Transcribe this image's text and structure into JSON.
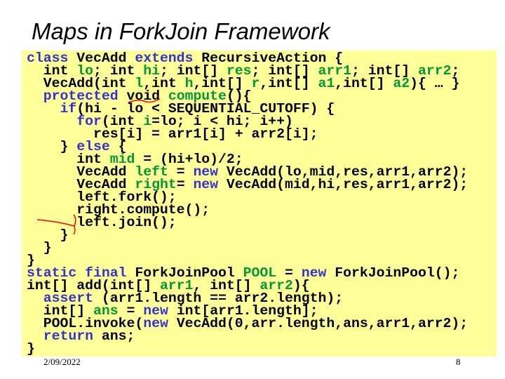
{
  "title": "Maps in ForkJoin Framework",
  "code_lines": [
    [
      [
        "class",
        "k"
      ],
      [
        " VecAdd ",
        ""
      ],
      [
        "extends",
        "k"
      ],
      [
        " RecursiveAction {",
        ""
      ]
    ],
    [
      [
        "  int ",
        ""
      ],
      [
        "lo",
        "v"
      ],
      [
        "; int ",
        ""
      ],
      [
        "hi",
        "v"
      ],
      [
        "; int[] ",
        ""
      ],
      [
        "res",
        "v"
      ],
      [
        "; int[] ",
        ""
      ],
      [
        "arr1",
        "v"
      ],
      [
        "; int[] ",
        ""
      ],
      [
        "arr2",
        "v"
      ],
      [
        ";",
        ""
      ]
    ],
    [
      [
        "  VecAdd(int ",
        ""
      ],
      [
        "l",
        "v"
      ],
      [
        ",int ",
        ""
      ],
      [
        "h",
        "v"
      ],
      [
        ",int[] ",
        ""
      ],
      [
        "r",
        "v"
      ],
      [
        ",int[] ",
        ""
      ],
      [
        "a1",
        "v"
      ],
      [
        ",int[] ",
        ""
      ],
      [
        "a2",
        "v"
      ],
      [
        "){ … }",
        ""
      ]
    ],
    [
      [
        "  ",
        ""
      ],
      [
        "protected",
        "k"
      ],
      [
        " void ",
        ""
      ],
      [
        "compute",
        "v"
      ],
      [
        "(){",
        ""
      ]
    ],
    [
      [
        "    ",
        ""
      ],
      [
        "if",
        "k"
      ],
      [
        "(hi - lo < SEQUENTIAL_CUTOFF) {",
        ""
      ]
    ],
    [
      [
        "      ",
        ""
      ],
      [
        "for",
        "k"
      ],
      [
        "(int ",
        ""
      ],
      [
        "i",
        "v"
      ],
      [
        "=lo; i < hi; i++)",
        ""
      ]
    ],
    [
      [
        "        res[i] = arr1[i] + arr2[i];",
        ""
      ]
    ],
    [
      [
        "    } ",
        ""
      ],
      [
        "else",
        "k"
      ],
      [
        " {",
        ""
      ]
    ],
    [
      [
        "      int ",
        ""
      ],
      [
        "mid",
        "v"
      ],
      [
        " = (hi+lo)/2;",
        ""
      ]
    ],
    [
      [
        "      VecAdd ",
        ""
      ],
      [
        "left",
        "v"
      ],
      [
        " = ",
        ""
      ],
      [
        "new",
        "k"
      ],
      [
        " VecAdd(lo,mid,res,arr1,arr2);",
        ""
      ]
    ],
    [
      [
        "      VecAdd ",
        ""
      ],
      [
        "right",
        "v"
      ],
      [
        "= ",
        ""
      ],
      [
        "new",
        "k"
      ],
      [
        " VecAdd(mid,hi,res,arr1,arr2);",
        ""
      ]
    ],
    [
      [
        "      left.fork();",
        ""
      ]
    ],
    [
      [
        "      right.compute();",
        ""
      ]
    ],
    [
      [
        "      left.join();",
        ""
      ]
    ],
    [
      [
        "    }",
        ""
      ]
    ],
    [
      [
        "  }",
        ""
      ]
    ],
    [
      [
        "}",
        ""
      ]
    ],
    [
      [
        "static",
        "k"
      ],
      [
        " ",
        ""
      ],
      [
        "final",
        "k"
      ],
      [
        " ForkJoinPool ",
        ""
      ],
      [
        "POOL",
        "v"
      ],
      [
        " = ",
        ""
      ],
      [
        "new",
        "k"
      ],
      [
        " ForkJoinPool();",
        ""
      ]
    ],
    [
      [
        "int[] add(int[] ",
        ""
      ],
      [
        "arr1",
        "v"
      ],
      [
        ", int[] ",
        ""
      ],
      [
        "arr2",
        "v"
      ],
      [
        "){",
        ""
      ]
    ],
    [
      [
        "  ",
        ""
      ],
      [
        "assert",
        "k"
      ],
      [
        " (arr1.length == arr2.length);",
        ""
      ]
    ],
    [
      [
        "  int[] ",
        ""
      ],
      [
        "ans",
        "v"
      ],
      [
        " = ",
        ""
      ],
      [
        "new",
        "k"
      ],
      [
        " int[arr1.length];",
        ""
      ]
    ],
    [
      [
        "  POOL.invoke(",
        ""
      ],
      [
        "new",
        "k"
      ],
      [
        " VecAdd(0,arr.length,ans,arr1,arr2);",
        ""
      ]
    ],
    [
      [
        "  ",
        ""
      ],
      [
        "return",
        "k"
      ],
      [
        " ans;",
        ""
      ]
    ],
    [
      [
        "}",
        ""
      ]
    ]
  ],
  "footer": {
    "date": "2/09/2022",
    "page": "8"
  },
  "colors": {
    "keyword": "#3333cc",
    "identifier": "#009933",
    "background": "#ffff99",
    "annotation": "#ff0000"
  }
}
